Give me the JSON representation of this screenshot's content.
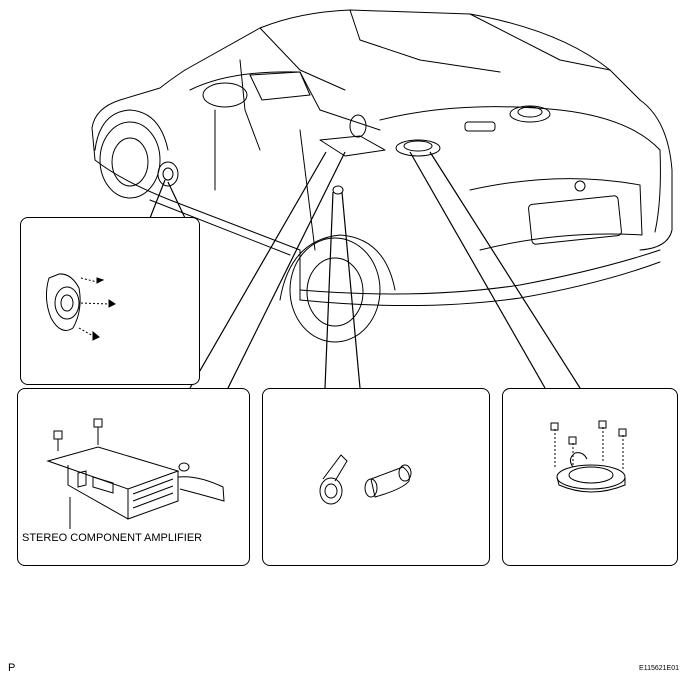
{
  "labels": {
    "amplifier": "STEREO COMPONENT AMPLIFIER",
    "corner_letter": "P",
    "figure_code": "E115621E01"
  }
}
